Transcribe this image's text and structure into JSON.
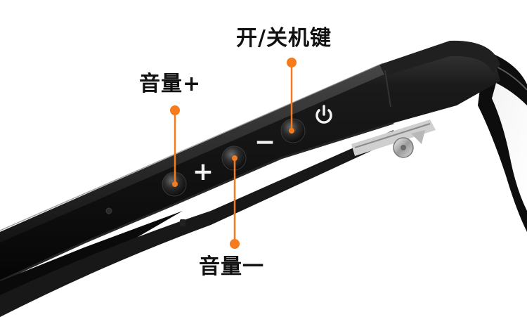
{
  "callouts": {
    "power_key": "开/关机键",
    "volume_up": "音量+",
    "volume_down": "音量一"
  },
  "buttons": {
    "plus_symbol": "+",
    "minus_symbol": "−"
  },
  "icons": {
    "power": "power-icon"
  },
  "colors": {
    "background": "#ffffff",
    "frame": "#121212",
    "callout_orange": "#f57b1c",
    "callout_text": "#111111",
    "icon_white": "#f2f2f2"
  }
}
